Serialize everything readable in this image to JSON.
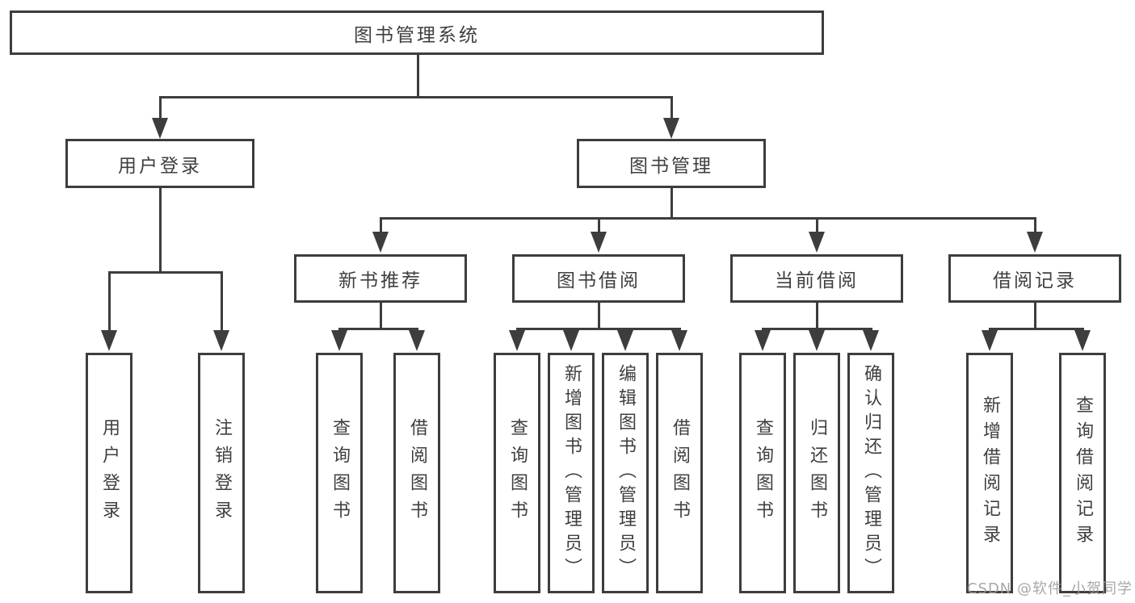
{
  "nodes": {
    "root": "图书管理系统",
    "login": "用户登录",
    "management": "图书管理",
    "new_book": "新书推荐",
    "book_borrow": "图书借阅",
    "current_borrow": "当前借阅",
    "borrow_records": "借阅记录",
    "leaves": [
      "用户登录",
      "注销登录",
      "查询图书",
      "借阅图书",
      "查询图书",
      "新增图书（管理员）",
      "编辑图书（管理员）",
      "借阅图书",
      "查询图书",
      "归还图书",
      "确认归还（管理员）",
      "新增借阅记录",
      "查询借阅记录"
    ]
  },
  "watermark": "CSDN @软件_小贺同学",
  "colors": {
    "line": "#3d3d3d",
    "text": "#3f3f3f",
    "watermark": "#9e9e9e",
    "background": "#ffffff"
  }
}
